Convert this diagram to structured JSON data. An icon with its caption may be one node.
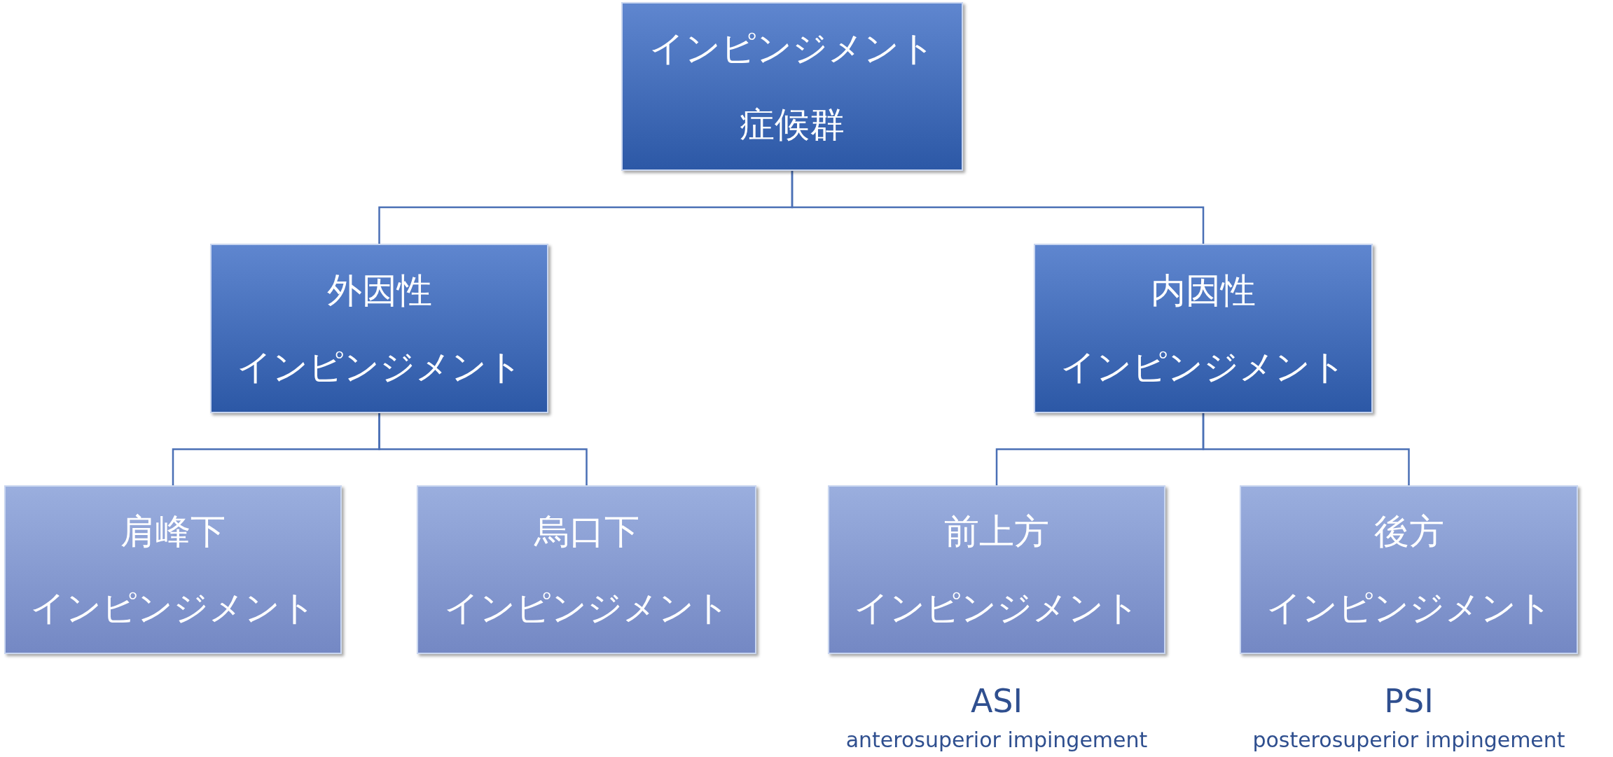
{
  "diagram": {
    "nodes": [
      {
        "text": [
          "インピンジメント",
          "症候群"
        ]
      },
      {
        "text": [
          "外因性",
          "インピンジメント"
        ]
      },
      {
        "text": [
          "内因性",
          "インピンジメント"
        ]
      },
      {
        "text": [
          "肩峰下",
          "インピンジメント"
        ]
      },
      {
        "text": [
          "烏口下",
          "インピンジメント"
        ]
      },
      {
        "text": [
          "前上方",
          "インピンジメント"
        ],
        "beside": [
          "ASI",
          "anterosuperior impingement"
        ]
      },
      {
        "text": [
          "後方",
          "インピンジメント"
        ],
        "beside": [
          "PSI",
          "posterosuperior impingement"
        ]
      }
    ],
    "edges": [
      {
        "from": 0,
        "to": 1,
        "arrow": "none"
      },
      {
        "from": 0,
        "to": 2,
        "arrow": "none"
      },
      {
        "from": 1,
        "to": 3,
        "arrow": "none"
      },
      {
        "from": 1,
        "to": 4,
        "arrow": "none"
      },
      {
        "from": 2,
        "to": 5,
        "arrow": "none"
      },
      {
        "from": 2,
        "to": 6,
        "arrow": "none"
      }
    ]
  }
}
